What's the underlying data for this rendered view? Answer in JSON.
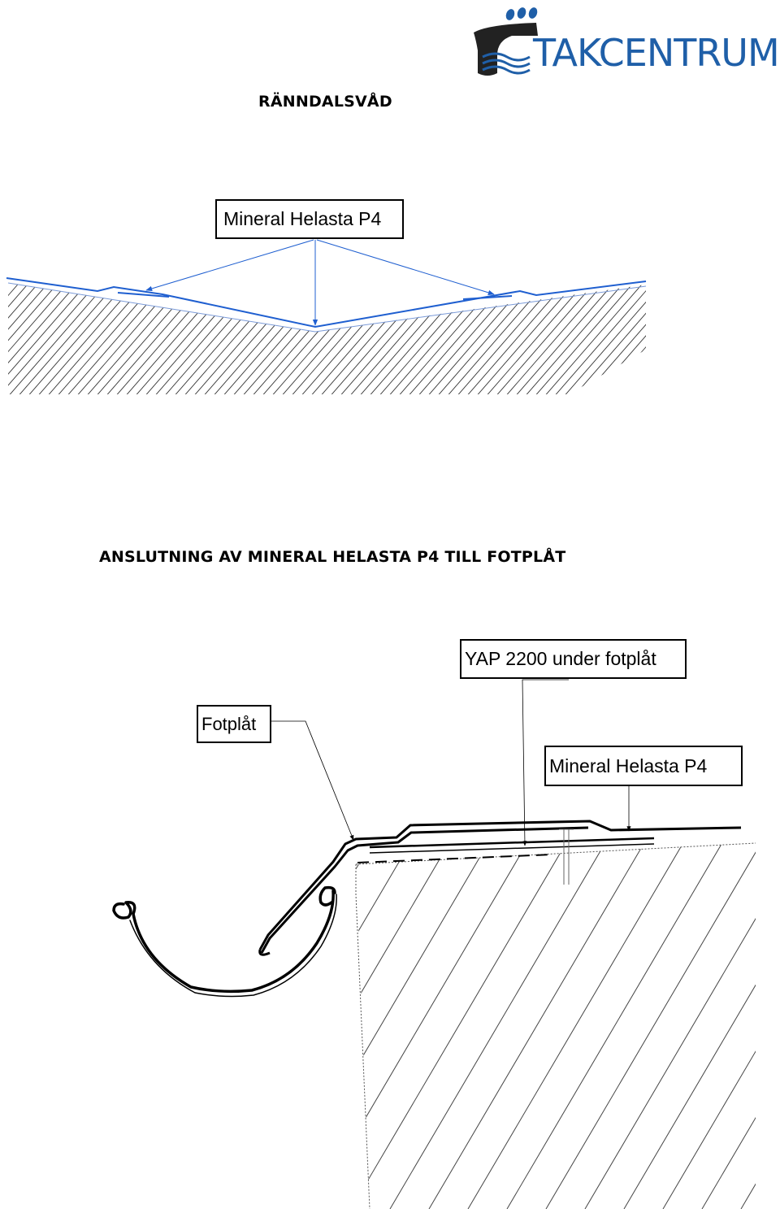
{
  "brand": {
    "name": "TAKCENTRUM",
    "color": "#1f5fa8",
    "icon": "takcentrum-logo-icon"
  },
  "section1": {
    "title": "RÄNNDALSVÅD",
    "label": "Mineral Helasta P4",
    "line_color": "#1f5fd0"
  },
  "section2": {
    "title": "ANSLUTNING AV MINERAL HELASTA P4 TILL FOTPLÅT",
    "labels": {
      "underlay": "YAP 2200 under fotplåt",
      "eave_flashing": "Fotplåt",
      "membrane": "Mineral Helasta P4"
    }
  }
}
